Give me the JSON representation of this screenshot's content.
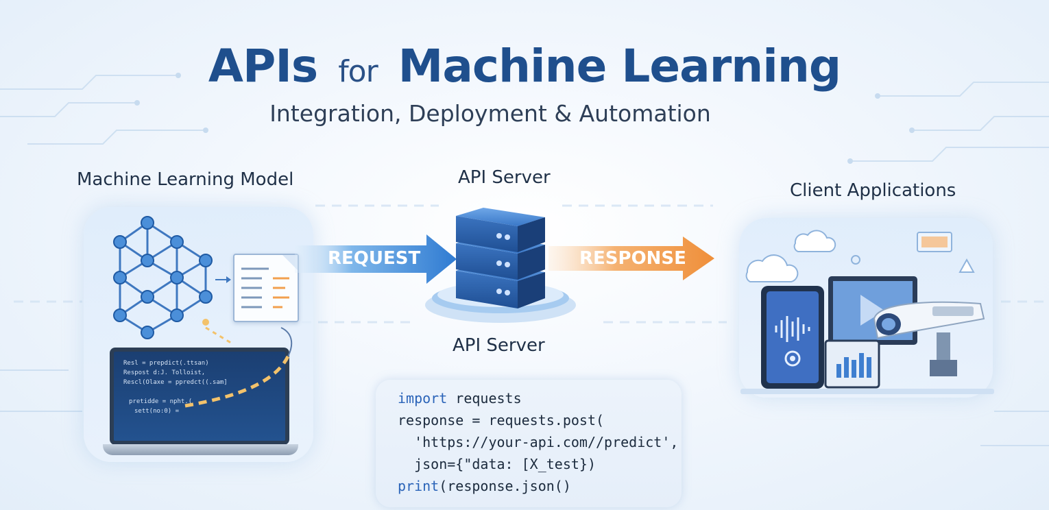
{
  "title": {
    "apis": "APIs",
    "for": "for",
    "main": "Machine Learning"
  },
  "subtitle": "Integration, Deployment & Automation",
  "sections": {
    "model_label": "Machine Learning Model",
    "server_label_top": "API Server",
    "server_label_bottom": "API Server",
    "clients_label": "Client Applications"
  },
  "arrows": {
    "request": "REQUEST",
    "response": "RESPONSE"
  },
  "laptop_code": [
    "Resl = prepdict(.ttsan)",
    "Respost d:J. Tolloist,",
    "Rescl(Olaxe = ppredct((.sam]",
    "pretidde = npht.(",
    "sett(no:0) ="
  ],
  "code_snippet": {
    "line1_kw": "import",
    "line1_rest": " requests",
    "line2": "response = requests.post(",
    "line3": "  'https://your-api.com//predict',",
    "line4": "  json={\"data: [X_test})",
    "line5_kw": "print",
    "line5_rest": "(response.json()"
  },
  "colors": {
    "title": "#1f4f8d",
    "request_arrow": "#3d8ad8",
    "response_arrow": "#f19b52",
    "server": "#2f66b2"
  }
}
